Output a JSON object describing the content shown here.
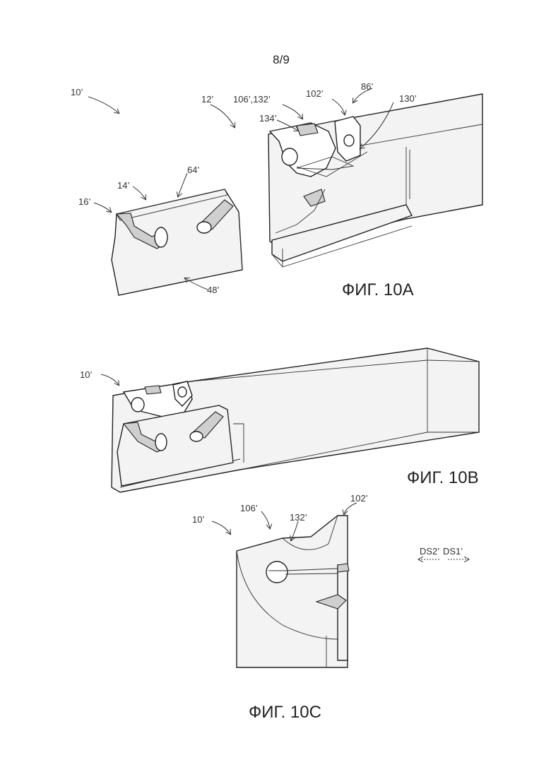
{
  "page_number": "8/9",
  "figures": {
    "fig_10a": {
      "caption": "ФИГ. 10A",
      "labels": {
        "assembly": "10’",
        "holder": "12’",
        "blade": "14’",
        "insert": "16’",
        "blade_top_edge": "64’",
        "blade_bottom_edge": "48’",
        "lever_pocket": "106’,132’",
        "lever_recess": "134’",
        "clamp_arm": "102’",
        "holder_top": "86’",
        "screw_bore": "130’"
      }
    },
    "fig_10b": {
      "caption": "ФИГ. 10B",
      "labels": {
        "assembly": "10’"
      }
    },
    "fig_10c": {
      "caption": "ФИГ. 10C",
      "labels": {
        "assembly": "10’",
        "pocket": "106’",
        "pocket_surface": "132’",
        "clamp_arm": "102’",
        "direction_2": "DS2’",
        "direction_1": "DS1’"
      }
    }
  }
}
